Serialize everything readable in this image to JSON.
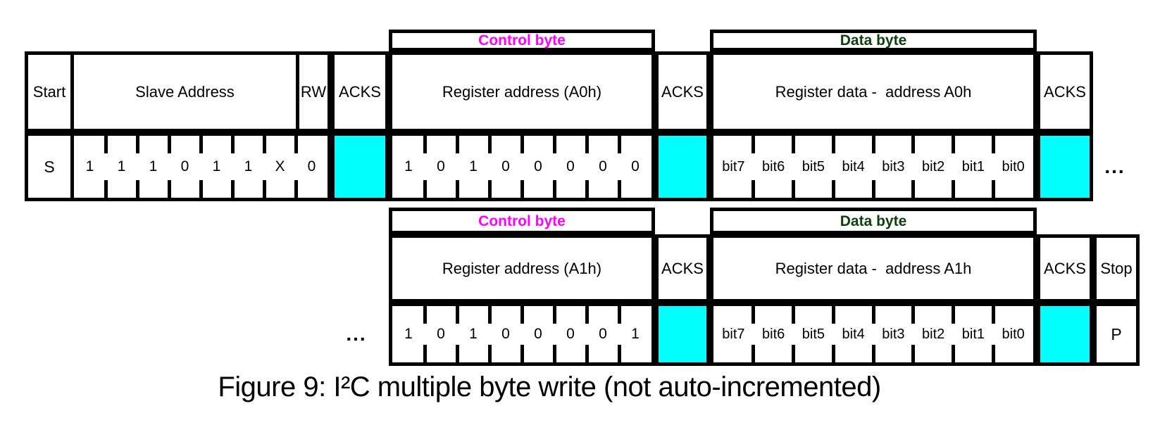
{
  "colors": {
    "border": "#000000",
    "ack_fill": "#00FFFF",
    "control_header_text": "#FF00FF",
    "data_header_text": "#0E400E"
  },
  "row1": {
    "start_label": "Start",
    "start_bit": "S",
    "slave_label": "Slave Address",
    "rw_label": "RW",
    "slave_bits": [
      "1",
      "1",
      "1",
      "0",
      "1",
      "1",
      "X",
      "0"
    ],
    "ack1_label": "ACKS",
    "control": {
      "header": "Control byte",
      "label": "Register address (A0h)",
      "bits": [
        "1",
        "0",
        "1",
        "0",
        "0",
        "0",
        "0",
        "0"
      ]
    },
    "ack2_label": "ACKS",
    "data": {
      "header": "Data byte",
      "label": "Register data -  address A0h",
      "bits": [
        "bit7",
        "bit6",
        "bit5",
        "bit4",
        "bit3",
        "bit2",
        "bit1",
        "bit0"
      ]
    },
    "ack3_label": "ACKS",
    "continuation": "..."
  },
  "row2": {
    "continuation": "...",
    "control": {
      "header": "Control byte",
      "label": "Register address (A1h)",
      "bits": [
        "1",
        "0",
        "1",
        "0",
        "0",
        "0",
        "0",
        "1"
      ]
    },
    "ack1_label": "ACKS",
    "data": {
      "header": "Data byte",
      "label": "Register data -  address A1h",
      "bits": [
        "bit7",
        "bit6",
        "bit5",
        "bit4",
        "bit3",
        "bit2",
        "bit1",
        "bit0"
      ]
    },
    "ack2_label": "ACKS",
    "stop_label": "Stop",
    "stop_bit": "P"
  },
  "caption": "Figure 9: I²C multiple byte write (not auto-incremented)"
}
